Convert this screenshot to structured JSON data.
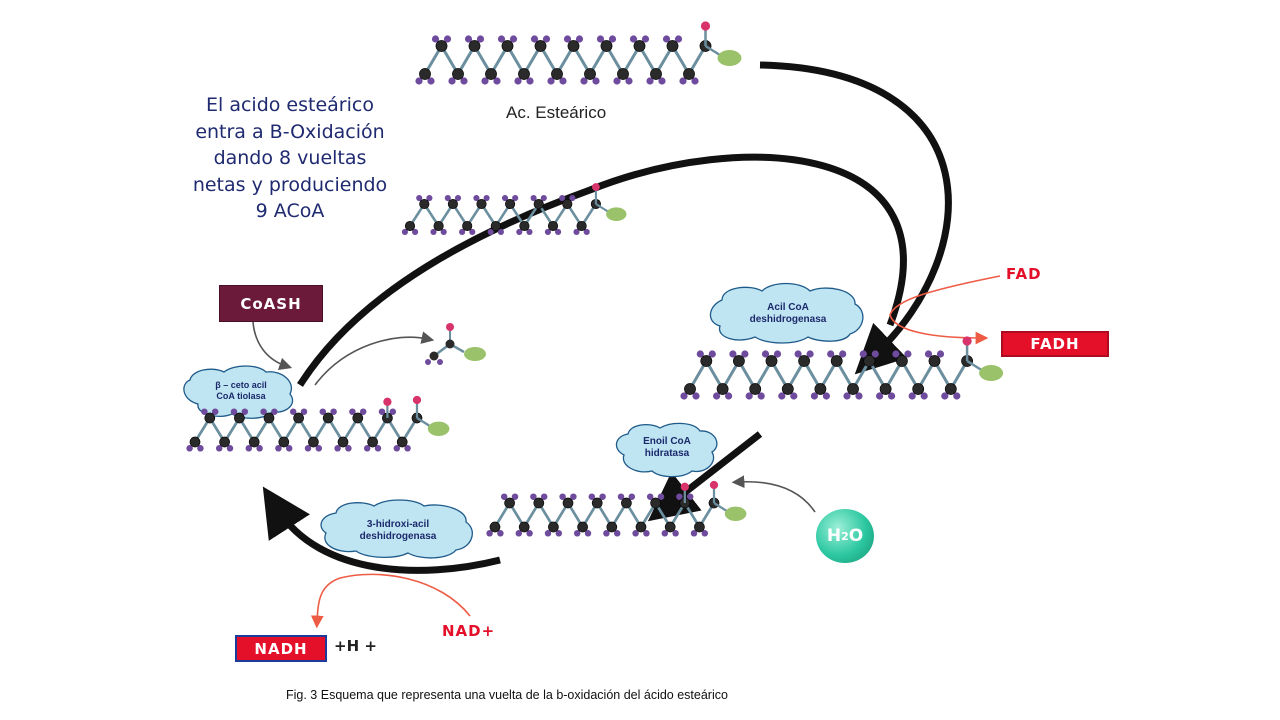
{
  "intro_text": "El acido esteárico entra a B-Oxidación dando 8 vueltas netas y produciendo 9 ACoA",
  "label_stearic": "Ac. Esteárico",
  "coash_label": "CoASH",
  "fad_label": "FAD",
  "fadh_label": "FADH",
  "h2o": {
    "h": "H",
    "sub": "2",
    "o": "O"
  },
  "nad_label": "NAD+",
  "nadh_label": "NADH",
  "h_plus": "+H +",
  "enzymes": {
    "acil_coa": {
      "line1": "Acil CoA",
      "line2": "deshidrogenasa"
    },
    "enoil_coa": {
      "line1": "Enoil CoA",
      "line2": "hidratasa"
    },
    "hidroxi_acil": {
      "line1": "3-hidroxi-acil",
      "line2": "deshidrogenasa"
    },
    "ceto_acil": {
      "line1": "β – ceto acil",
      "line2": "CoA tiolasa"
    }
  },
  "caption": "Fig. 3 Esquema que representa una vuelta de la b-oxidación del ácido esteárico",
  "colors": {
    "arrow": "#111111",
    "red": "#e4102a",
    "maroon": "#6b1a3a",
    "cloud_fill": "#bfe4f2",
    "cloud_stroke": "#1f5b8a",
    "chain_dark": "#2a2a2a",
    "chain_purple": "#6e4b9c",
    "chain_bond": "#6b8f9e",
    "coa_green": "#9ac26a",
    "oxygen_red": "#d8336b",
    "water": "#2cc7a1"
  }
}
